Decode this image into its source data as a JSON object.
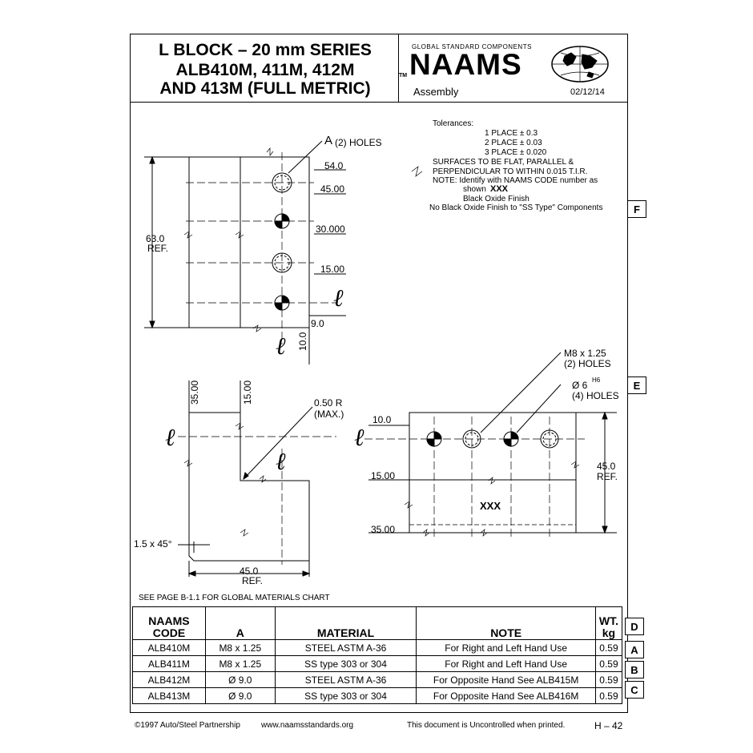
{
  "title": {
    "line1": "L BLOCK – 20 mm SERIES",
    "line2": "ALB410M, 411M, 412M",
    "line3": "AND 413M (FULL METRIC)"
  },
  "header": {
    "tagline": "GLOBAL STANDARD COMPONENTS",
    "brand": "NAAMS",
    "tm": "TM",
    "doc_type": "Assembly",
    "date": "02/12/14"
  },
  "notes": {
    "tolerances": "Tolerances:",
    "place1": "1 PLACE ± 0.3",
    "place2": "2 PLACE ± 0.03",
    "place3": "3 PLACE ± 0.020",
    "surfaces1": "SURFACES TO BE FLAT, PARALLEL &",
    "surfaces2": "PERPENDICULAR TO WITHIN 0.015 T.I.R.",
    "note1": "NOTE:  Identify with NAAMS CODE number as",
    "note2": "shown",
    "note2b": "XXX",
    "note3": "Black Oxide Finish",
    "note4": "No Black Oxide Finish to \"SS Type\" Components"
  },
  "top_view": {
    "callout_a": "A",
    "callout_a_rest": "(2) HOLES",
    "d54": "54.0",
    "d45": "45.00",
    "d30": "30.000",
    "d15": "15.00",
    "d9": "9.0",
    "d10": "10.0",
    "height": "63.0",
    "height_ref": "REF.",
    "cl": "ℓ"
  },
  "side_view": {
    "d35": "35.00",
    "d15": "15.00",
    "radius": "0.50 R",
    "radius_max": "(MAX.)",
    "chamfer": "1.5 x 45°",
    "width": "45.0",
    "width_ref": "REF.",
    "cl": "ℓ"
  },
  "front_view": {
    "m8": "M8 x 1.25",
    "m8_holes": "(2) HOLES",
    "dia": "Ø 6",
    "dia_sup": "H6",
    "dia_holes": "(4) HOLES",
    "d10": "10.0",
    "d15": "15.00",
    "d35": "35.00",
    "height": "45.0",
    "height_ref": "REF.",
    "mark": "XXX",
    "cl": "ℓ"
  },
  "zone_labels": [
    "F",
    "E",
    "D",
    "A",
    "B",
    "C"
  ],
  "materials_note": "SEE PAGE B-1.1 FOR GLOBAL MATERIALS CHART",
  "table": {
    "headers": {
      "code": "NAAMS\nCODE",
      "a": "A",
      "material": "MATERIAL",
      "note": "NOTE",
      "wt": "WT.\nkg"
    },
    "rows": [
      {
        "code": "ALB410M",
        "a": "M8 x 1.25",
        "material": "STEEL ASTM A-36",
        "note": "For Right and Left Hand Use",
        "wt": "0.59"
      },
      {
        "code": "ALB411M",
        "a": "M8 x 1.25",
        "material": "SS type 303 or 304",
        "note": "For Right and Left Hand Use",
        "wt": "0.59"
      },
      {
        "code": "ALB412M",
        "a": "Ø 9.0",
        "material": "STEEL ASTM A-36",
        "note": "For Opposite Hand See ALB415M",
        "wt": "0.59"
      },
      {
        "code": "ALB413M",
        "a": "Ø 9.0",
        "material": "SS type 303 or 304",
        "note": "For Opposite Hand See ALB416M",
        "wt": "0.59"
      }
    ]
  },
  "footer": {
    "copyright": "©1997 Auto/Steel Partnership",
    "website": "www.naamsstandards.org",
    "uncontrolled": "This document is Uncontrolled when printed.",
    "page": "H – 42"
  }
}
